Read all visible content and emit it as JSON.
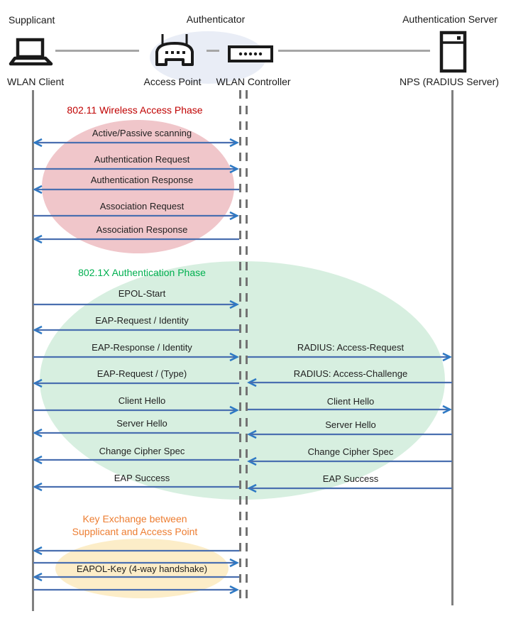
{
  "header": {
    "roles": {
      "supplicant": "Supplicant",
      "authenticator": "Authenticator",
      "auth_server": "Authentication Server"
    },
    "devices": {
      "wlan_client": "WLAN Client",
      "access_point": "Access Point",
      "wlan_controller": "WLAN Controller",
      "nps": "NPS (RADIUS Server)"
    }
  },
  "phases": {
    "p80211": {
      "title": "802.11 Wireless Access Phase",
      "color": "#C00000"
    },
    "p8021x": {
      "title": "802.1X Authentication Phase",
      "color": "#00B050"
    },
    "key_exchange": {
      "title_line1": "Key Exchange between",
      "title_line2": "Supplicant and Access Point",
      "color": "#ED7D31"
    }
  },
  "messages": {
    "scanning": "Active/Passive scanning",
    "auth_req": "Authentication Request",
    "auth_resp": "Authentication Response",
    "assoc_req": "Association Request",
    "assoc_resp": "Association Response",
    "epol_start": "EPOL-Start",
    "eap_req_id": "EAP-Request / Identity",
    "eap_resp_id": "EAP-Response / Identity",
    "eap_req_type": "EAP-Request / (Type)",
    "radius_req": "RADIUS: Access-Request",
    "radius_chal": "RADIUS: Access-Challenge",
    "client_hello_left": "Client Hello",
    "client_hello_right": "Client Hello",
    "server_hello_left": "Server Hello",
    "server_hello_right": "Server Hello",
    "ccs_left": "Change Cipher Spec",
    "ccs_right": "Change Cipher Spec",
    "eap_success_left": "EAP Success",
    "eap_success_right": "EAP Success",
    "eapol_key": "EAPOL-Key (4-way handshake)"
  },
  "colors": {
    "phase1_fill": "#F0C6CA",
    "phase2_fill": "#D7EFE0",
    "phase3_fill": "#FCEDC8",
    "authenticator_fill": "#E9EDF6",
    "arrow_line": "#4A6FB0",
    "arrow_head": "#2E79C4",
    "lifeline": "#7F7F7F"
  }
}
